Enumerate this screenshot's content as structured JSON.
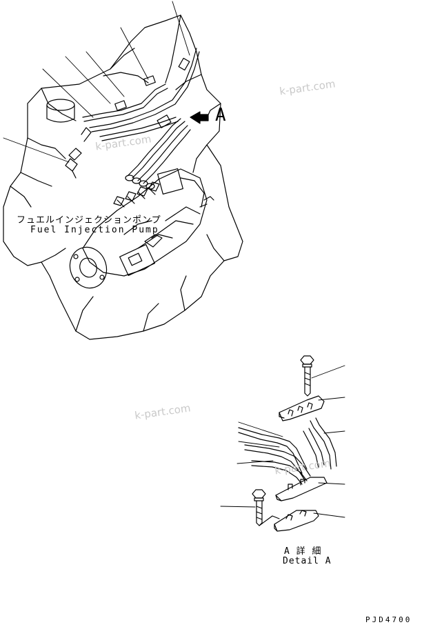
{
  "labels": {
    "pump_jp": "フュエルインジェクションポンプ",
    "pump_en": "Fuel Injection Pump",
    "view_letter": "A",
    "detail_jp": "A 詳 細",
    "detail_en": "Detail A",
    "part_code": "PJD4700"
  },
  "watermarks": [
    "k-part.com",
    "k-part.com",
    "k-part.com",
    "k-part.com"
  ],
  "colors": {
    "line": "#000000",
    "watermark": "#c9c9c9",
    "background": "#ffffff"
  }
}
